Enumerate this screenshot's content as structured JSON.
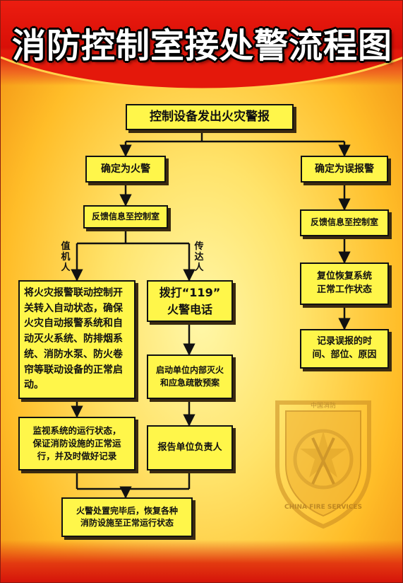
{
  "title": "消防控制室接处警流程图",
  "nodes": {
    "start": "控制设备发出火灾警报",
    "confirm_fire": "确定为火警",
    "confirm_false": "确定为误报警",
    "feedback_fire": "反馈信息至控制室",
    "feedback_false": "反馈信息至控制室",
    "linkage": "将火灾报警联动控制开关转入自动状态，确保火灾自动报警系统和自动灭火系统、防排烟系统、消防水泵、防火卷帘等联动设备的正常启动。",
    "call_119": "拨打“119”\n火警电话",
    "reset_system": "复位恢复系统\n正常工作状态",
    "start_plan": "启动单位内部灭火\n和应急疏散预案",
    "record_false": "记录误报的时\n间、部位、原因",
    "monitor": "监视系统的运行状态，\n保证消防设施的正常运\n行，并及时做好记录",
    "report": "报告单位负责人",
    "restore": "火警处置完毕后，恢复各种\n消防设施至正常运行状态"
  },
  "branch_labels": {
    "duty": "值\n机\n人",
    "relay": "传\n达\n人"
  },
  "emblem": {
    "top_text": "中国消防",
    "ring_text": "CHINA FIRE SERVICES"
  },
  "colors": {
    "header_red": "#d80f07",
    "box_fill": "#fff64a",
    "line": "#111111"
  }
}
